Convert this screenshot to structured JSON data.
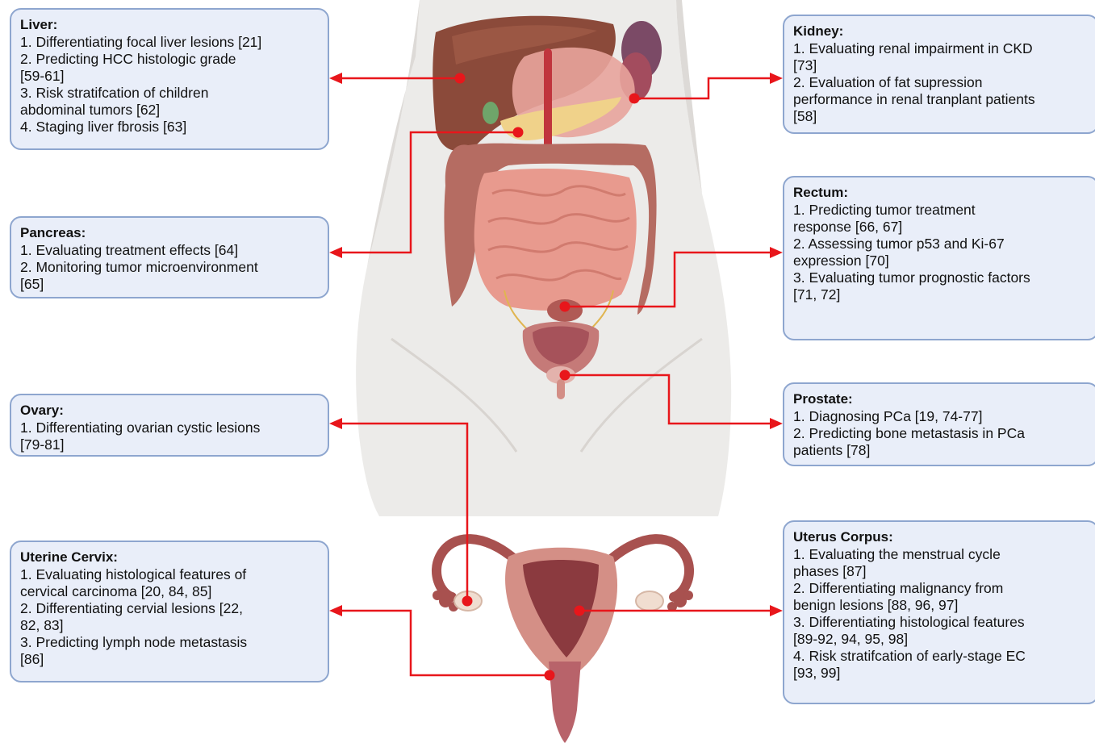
{
  "colors": {
    "connector": "#e8161b",
    "box_fill": "#e9eef9",
    "box_border": "#8ea6cf"
  },
  "boxes": {
    "liver": {
      "title": "Liver:",
      "items": [
        "1. Differentiating focal liver lesions [21]",
        "2. Predicting HCC histologic grade\n[59-61]",
        "3. Risk stratifcation of children\nabdominal tumors [62]",
        "4. Staging liver fbrosis [63]"
      ]
    },
    "pancreas": {
      "title": "Pancreas:",
      "items": [
        "1. Evaluating treatment effects [64]",
        "2. Monitoring tumor microenvironment\n[65]"
      ]
    },
    "ovary": {
      "title": "Ovary:",
      "items": [
        "1. Differentiating ovarian cystic lesions\n[79-81]"
      ]
    },
    "uterine_cervix": {
      "title": "Uterine Cervix:",
      "items": [
        "1. Evaluating histological features of\ncervical carcinoma [20, 84, 85]",
        "2. Differentiating cervial lesions [22,\n82, 83]",
        "3. Predicting lymph node metastasis\n[86]"
      ]
    },
    "kidney": {
      "title": "Kidney:",
      "items": [
        "1. Evaluating renal impairment in CKD\n[73]",
        "2. Evaluation of fat supression\nperformance in renal tranplant patients\n[58]"
      ]
    },
    "rectum": {
      "title": "Rectum:",
      "items": [
        "1. Predicting tumor treatment\nresponse [66, 67]",
        "2. Assessing tumor p53 and Ki-67\nexpression [70]",
        "3. Evaluating tumor prognostic factors\n[71, 72]"
      ]
    },
    "prostate": {
      "title": "Prostate:",
      "items": [
        "1. Diagnosing PCa [19, 74-77]",
        "2. Predicting bone metastasis in PCa\npatients [78]"
      ]
    },
    "uterus_corpus": {
      "title": "Uterus Corpus:",
      "items": [
        "1. Evaluating the menstrual cycle\nphases [87]",
        "2. Differentiating malignancy from\nbenign lesions [88, 96, 97]",
        "3. Differentiating histological features\n[89-92, 94, 95, 98]",
        "4. Risk stratifcation of early-stage EC\n[93, 99]"
      ]
    }
  }
}
